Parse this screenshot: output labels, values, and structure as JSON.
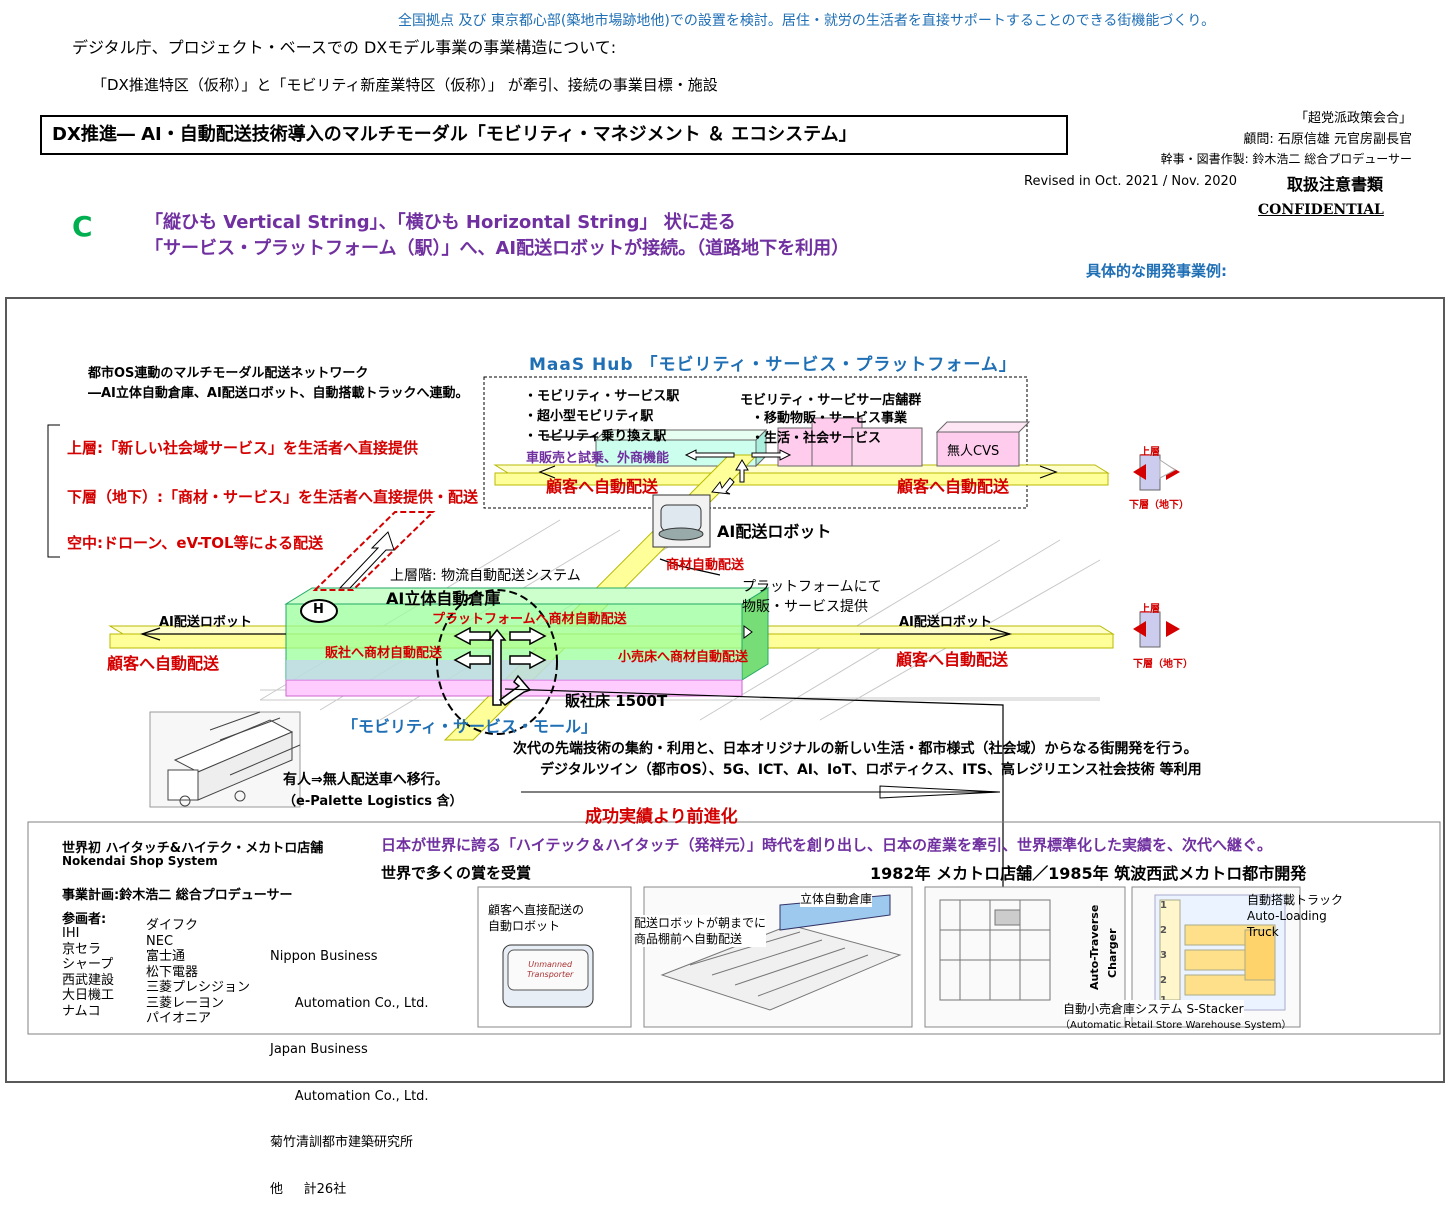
{
  "header": {
    "top_note": "全国拠点 及び 東京都心部(築地市場跡地他)での設置を検討。居住・就労の生活者を直接サポートすることのできる街機能づくり。",
    "title1": "デジタル庁、プロジェクト・ベースでの DXモデル事業の事業構造について:",
    "title2": "「DX推進特区（仮称）」と「モビリティ新産業特区（仮称）」 が牽引、接続の事業目標・施設",
    "box_title": "DX推進― AI・自動配送技術導入のマルチモーダル「モビリティ・マネジメント ＆ エコシステム」",
    "org": "「超党派政策会合」",
    "advisor": "顧問: 石原信雄 元官房副長官",
    "secretary": "幹事・図書作製: 鈴木浩二 総合プロデューサー",
    "revised": "Revised in Oct. 2021 / Nov. 2020",
    "handling": "取扱注意書類",
    "confidential": "CONFIDENTIAL",
    "section_letter": "C",
    "subtitle1": "「縦ひも Vertical String」、「横ひも Horizontal String」 状に走る",
    "subtitle2": "「サービス・プラットフォーム（駅）」へ、AI配送ロボットが接続。（道路地下を利用）",
    "examples": "具体的な開発事業例:"
  },
  "diagram": {
    "network_title": "都市OS連動のマルチモーダル配送ネットワーク",
    "network_sub": "―AI立体自動倉庫、AI配送ロボット、自動搭載トラックへ連動。",
    "maas_title": "MaaS Hub 「モビリティ・サービス・プラットフォーム」",
    "maas_items": [
      "・モビリティ・サービス駅",
      "・超小型モビリティ駅",
      "・モビリティ乗り換え駅"
    ],
    "maas_purple": "車販売と試乗、外商機能",
    "shops_title": "モビリティ・サービサー店舗群",
    "shops_items": [
      "・移動物販・サービス事業",
      "・生活・社会サービス"
    ],
    "cvs": "無人CVS",
    "layer_upper": "上層:「新しい社会域サービス」を生活者へ直接提供",
    "layer_lower": "下層（地下）:「商材・サービス」を生活者へ直接提供・配送",
    "layer_air": "空中:ドローン、eV-TOL等による配送",
    "auto_delivery": "顧客へ自動配送",
    "ai_robot": "AI配送ロボット",
    "goods_auto": "商材自動配送",
    "platform_service": [
      "プラットフォームにて",
      "物販・サービス提供"
    ],
    "upper_floor": "上層階: 物流自動配送システム",
    "warehouse": "AI立体自動倉庫",
    "heli": "H",
    "platform_goods": "プラットフォームへ商材自動配送",
    "to_sales": "販社へ商材自動配送",
    "to_retail": "小売床へ商材自動配送",
    "sales_floor": "販社床 1500T",
    "mall": "「モビリティ・サービス・モール」",
    "upper_tag": "上層",
    "lower_tag": "下層（地下）",
    "next_gen": "次代の先端技術の集約・利用と、日本オリジナルの新しい生活・都市様式（社会域）からなる街開発を行う。",
    "tech": "デジタルツイン（都市OS）、5G、ICT、AI、IoT、ロボティクス、ITS、高レジリエンス社会技術 等利用",
    "truck1": "有人⇒無人配送車へ移行。",
    "truck2": "（e-Palette Logistics 含）",
    "success": "成功実績より前進化"
  },
  "history": {
    "title": "世界初 ハイタッチ&ハイテク・メカトロ店舗",
    "subtitle": "Nokendai Shop System",
    "planner": "事業計画:鈴木浩二 総合プロデューサー",
    "participants_label": "参画者:",
    "col1": [
      "IHI",
      "京セラ",
      "シャープ",
      "西武建設",
      "大日機工",
      "ナムコ"
    ],
    "col2": [
      "ダイフク",
      "NEC",
      "富士通",
      "松下電器",
      "三菱プレシジョン",
      "三菱レーヨン",
      "パイオニア"
    ],
    "col3": [
      "Nippon Business",
      "      Automation Co., Ltd.",
      "Japan Business",
      "      Automation Co., Ltd.",
      "菊竹清訓都市建築研究所",
      "他     計26社"
    ],
    "purple_statement": "日本が世界に誇る「ハイテック＆ハイタッチ（発祥元）」時代を創り出し、日本の産業を牽引、世界標準化した実績を、次代へ継ぐ。",
    "awards": "世界で多くの賞を受賞",
    "years": "1982年 メカトロ店舗／1985年 筑波西武メカトロ都市開発",
    "robot_label": [
      "顧客へ直接配送の",
      "自動ロボット"
    ],
    "robot_text": [
      "Unmanned",
      "Transporter"
    ],
    "shelf_label": [
      "配送ロボットが朝までに",
      "商品棚前へ自動配送"
    ],
    "warehouse_label": "立体自動倉庫",
    "traverse": "Auto-Traverse",
    "charger": "Charger",
    "truck_label": [
      "自動搭載トラック",
      "Auto-Loading",
      "Truck"
    ],
    "stacker": "自動小売倉庫システム S-Stacker",
    "stacker_en": "（Automatic Retail Store  Warehouse System）",
    "nums": [
      "1",
      "2",
      "3",
      "2",
      "1"
    ]
  },
  "colors": {
    "accent_blue": "#1f6fb5",
    "accent_red": "#d40000",
    "accent_purple": "#7030a0",
    "road_yellow": "#ffff99",
    "warehouse_green": "#99ff99"
  }
}
